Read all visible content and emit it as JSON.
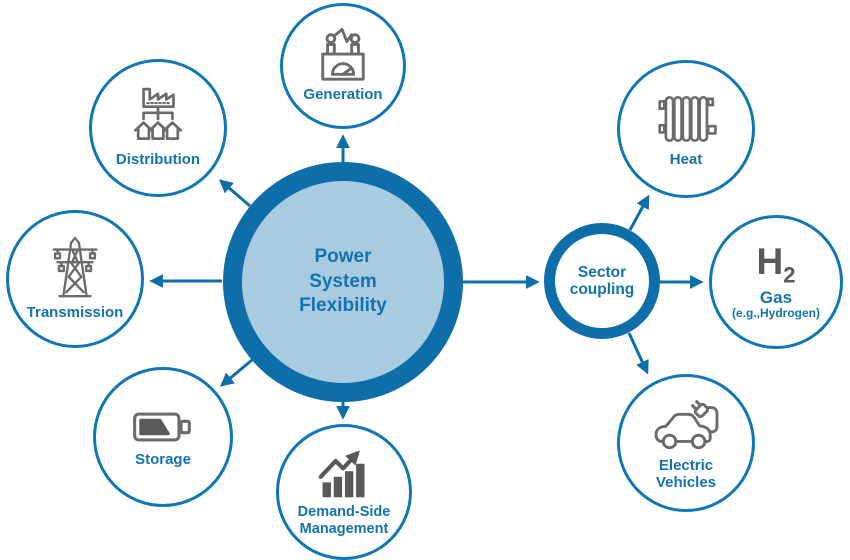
{
  "diagram_title": "Power System Flexibility diagram",
  "center": {
    "label": "Power\nSystem\nFlexibility"
  },
  "hub": {
    "label": "Sector\ncoupling"
  },
  "nodes": {
    "generation": {
      "label": "Generation",
      "icon": "generator-meter-icon"
    },
    "distribution": {
      "label": "Distribution",
      "icon": "factory-to-houses-icon"
    },
    "transmission": {
      "label": "Transmission",
      "icon": "transmission-tower-icon"
    },
    "storage": {
      "label": "Storage",
      "icon": "battery-icon"
    },
    "demand_side_management": {
      "label": "Demand-Side\nManagement",
      "icon": "growth-bar-chart-icon"
    },
    "heat": {
      "label": "Heat",
      "icon": "radiator-icon"
    },
    "gas": {
      "symbol": "H",
      "symbol_subscript": "2",
      "label": "Gas",
      "sublabel": "(e.g.,Hydrogen)"
    },
    "electric_vehicles": {
      "label": "Electric\nVehicles",
      "icon": "electric-car-plug-icon"
    }
  },
  "edges": [
    {
      "from": "Power System Flexibility",
      "to": "Generation"
    },
    {
      "from": "Power System Flexibility",
      "to": "Distribution"
    },
    {
      "from": "Power System Flexibility",
      "to": "Transmission"
    },
    {
      "from": "Power System Flexibility",
      "to": "Storage"
    },
    {
      "from": "Power System Flexibility",
      "to": "Demand-Side Management"
    },
    {
      "from": "Power System Flexibility",
      "to": "Sector coupling"
    },
    {
      "from": "Sector coupling",
      "to": "Heat"
    },
    {
      "from": "Sector coupling",
      "to": "Gas (e.g., Hydrogen)"
    },
    {
      "from": "Sector coupling",
      "to": "Electric Vehicles"
    }
  ],
  "colors": {
    "ring_dark_blue": "#0d6ea9",
    "inner_light_blue": "#a8cbe0",
    "circle_stroke_blue": "#1076b4",
    "label_blue": "#1273b0",
    "icon_gray": "#6b6b6b",
    "icon_fill_gray": "#58595b",
    "background": "#ffffff"
  }
}
